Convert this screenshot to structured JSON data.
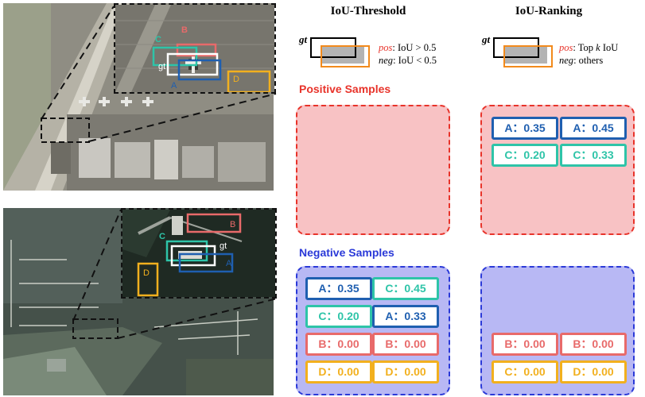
{
  "columns": {
    "threshold": "IoU-Threshold",
    "ranking": "IoU-Ranking"
  },
  "legend": {
    "gt_label": "gt",
    "threshold_pos_key": "pos",
    "threshold_pos_rule": ": IoU > 0.5",
    "threshold_neg_key": "neg",
    "threshold_neg_rule": ": IoU < 0.5",
    "ranking_pos_key": "pos",
    "ranking_pos_rule_a": ": Top ",
    "ranking_pos_k": "k",
    "ranking_pos_rule_b": " IoU",
    "ranking_neg_key": "neg",
    "ranking_neg_rule": ": others"
  },
  "sections": {
    "positive": "Positive Samples",
    "negative": "Negative Samples"
  },
  "images": {
    "top": {
      "labels": [
        "C",
        "B",
        "gt",
        "A",
        "D"
      ]
    },
    "bottom": {
      "labels": [
        "B",
        "C",
        "gt",
        "A",
        "D"
      ]
    }
  },
  "tags": {
    "ranking_positive": [
      "A：0.35",
      "A：0.45",
      "C：0.20",
      "C：0.33"
    ],
    "threshold_negative": [
      "A：0.35",
      "C：0.45",
      "C：0.20",
      "A：0.33",
      "B：0.00",
      "B：0.00",
      "D：0.00",
      "D：0.00"
    ],
    "ranking_negative": [
      "B：0.00",
      "B：0.00",
      "C：0.00",
      "D：0.00"
    ]
  },
  "colors": {
    "A": "#1f5fb0",
    "B": "#e86a6a",
    "C": "#2ec4a8",
    "D": "#f2b01e",
    "gt": "#ffffff",
    "positive": "#e8332a",
    "negative": "#2a39d8",
    "positive_fill": "#f8c2c4",
    "negative_fill": "#b8b8f4",
    "legend_pred": "#f28a1c"
  }
}
